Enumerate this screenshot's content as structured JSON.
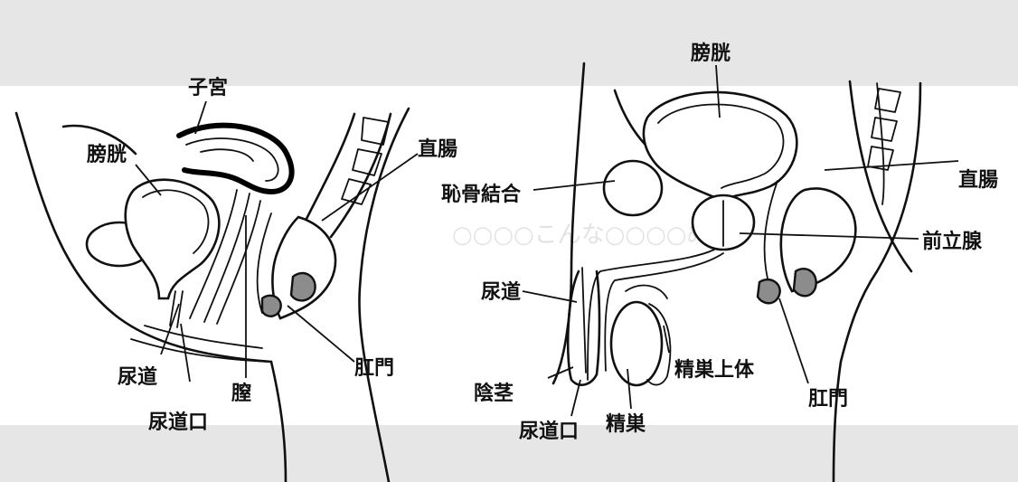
{
  "female_labels": {
    "uterus": "子宮",
    "bladder": "膀胱",
    "rectum": "直腸",
    "urethra": "尿道",
    "external_urethral_orifice": "尿道口",
    "vagina": "膣",
    "anus": "肛門"
  },
  "male_labels": {
    "bladder": "膀胱",
    "pubic_symphysis": "恥骨結合",
    "rectum": "直腸",
    "prostate": "前立腺",
    "urethra": "尿道",
    "epididymis": "精巣上体",
    "penis": "陰茎",
    "anus": "肛門",
    "external_urethral_orifice": "尿道口",
    "testis": "精巣"
  },
  "background_text": {
    "heading": "○○○○こんな○○○○ぬか？"
  },
  "colors": {
    "line": "#101010",
    "background": "#ffffff",
    "bleed_text": "#9a9a9a"
  }
}
